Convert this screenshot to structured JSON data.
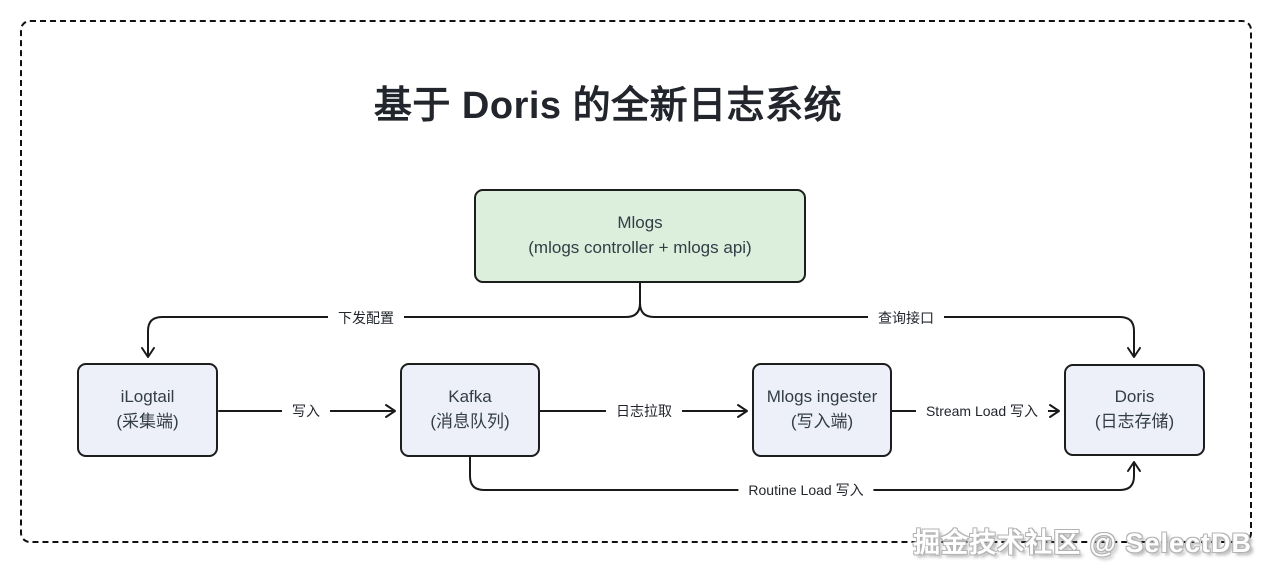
{
  "title": "基于 Doris 的全新日志系统",
  "nodes": {
    "mlogs": {
      "line1": "Mlogs",
      "line2": "(mlogs controller + mlogs api)"
    },
    "ilogtail": {
      "line1": "iLogtail",
      "line2": "(采集端)"
    },
    "kafka": {
      "line1": "Kafka",
      "line2": "(消息队列)"
    },
    "ingester": {
      "line1": "Mlogs ingester",
      "line2": "(写入端)"
    },
    "doris": {
      "line1": "Doris",
      "line2": "(日志存储)"
    }
  },
  "edges": {
    "config": "下发配置",
    "query": "查询接口",
    "write": "写入",
    "log_pull": "日志拉取",
    "stream_load": "Stream Load 写入",
    "routine_load": "Routine Load 写入"
  },
  "watermark": "掘金技术社区 @ SelectDB",
  "colors": {
    "mlogs_fill": "#dcefdc",
    "node_fill": "#edf0f9",
    "border": "#1d1d1d",
    "line": "#1a1a1a",
    "title_text": "#22262c"
  }
}
